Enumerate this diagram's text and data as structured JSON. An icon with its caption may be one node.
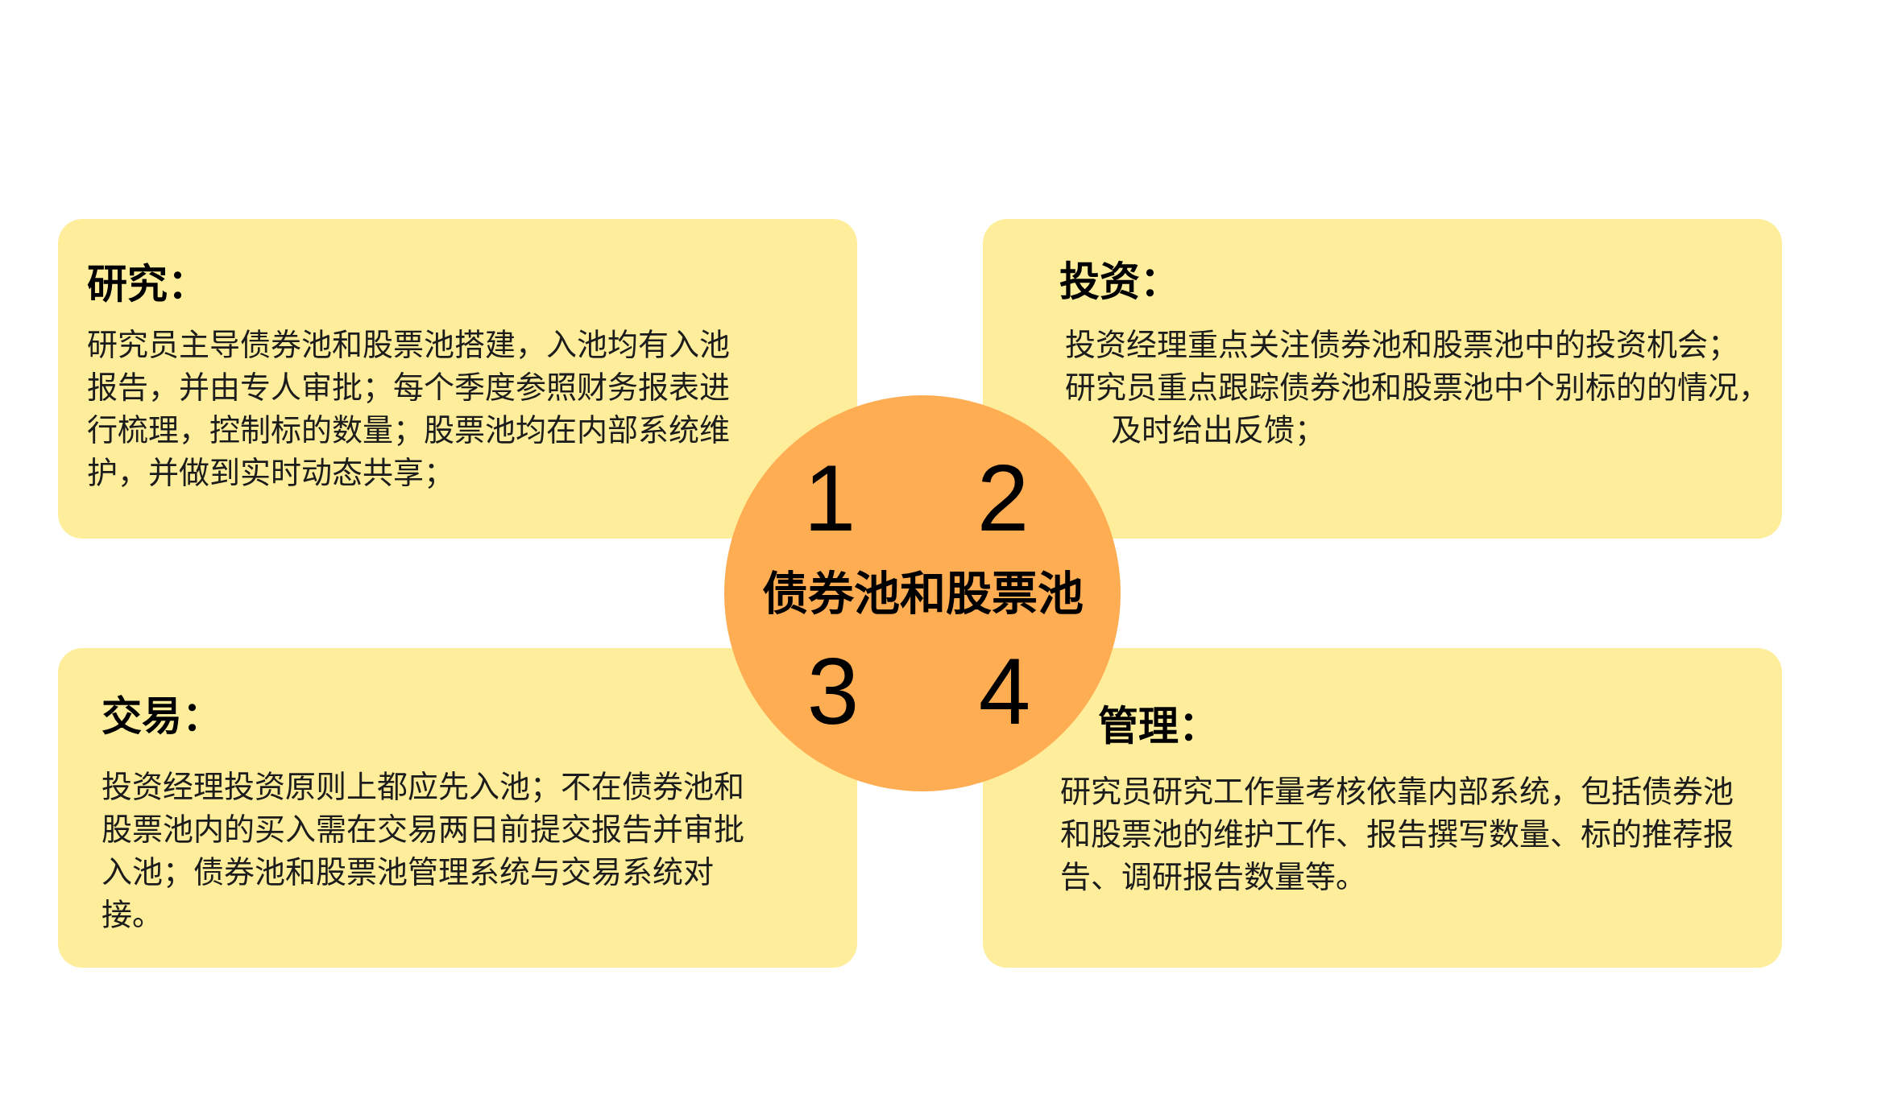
{
  "diagram": {
    "nodes": [
      {
        "text": [
          "研究：",
          "研究员主导债券池和股票池搭建，入池均有入池报告，并由专人审批；每个季度参照财务报表进行梳理，控制标的数量；股票池均在内部系统维护，并做到实时动态共享；"
        ]
      },
      {
        "text": [
          "投资：",
          "投资经理重点关注债券池和股票池中的投资机会；",
          "研究员重点跟踪债券池和股票池中个别标的的情况，及时给出反馈；"
        ]
      },
      {
        "text": [
          "1",
          "2",
          "债券池和股票池",
          "3",
          "4"
        ]
      },
      {
        "text": [
          "交易：",
          "投资经理投资原则上都应先入池；不在债券池和股票池内的买入需在交易两日前提交报告并审批入池；债券池和股票池管理系统与交易系统对接。"
        ]
      },
      {
        "text": [
          "管理：",
          "研究员研究工作量考核依靠内部系统，包括债券池和股票池的维护工作、报告撰写数量、标的推荐报告、调研报告数量等。"
        ]
      }
    ]
  }
}
